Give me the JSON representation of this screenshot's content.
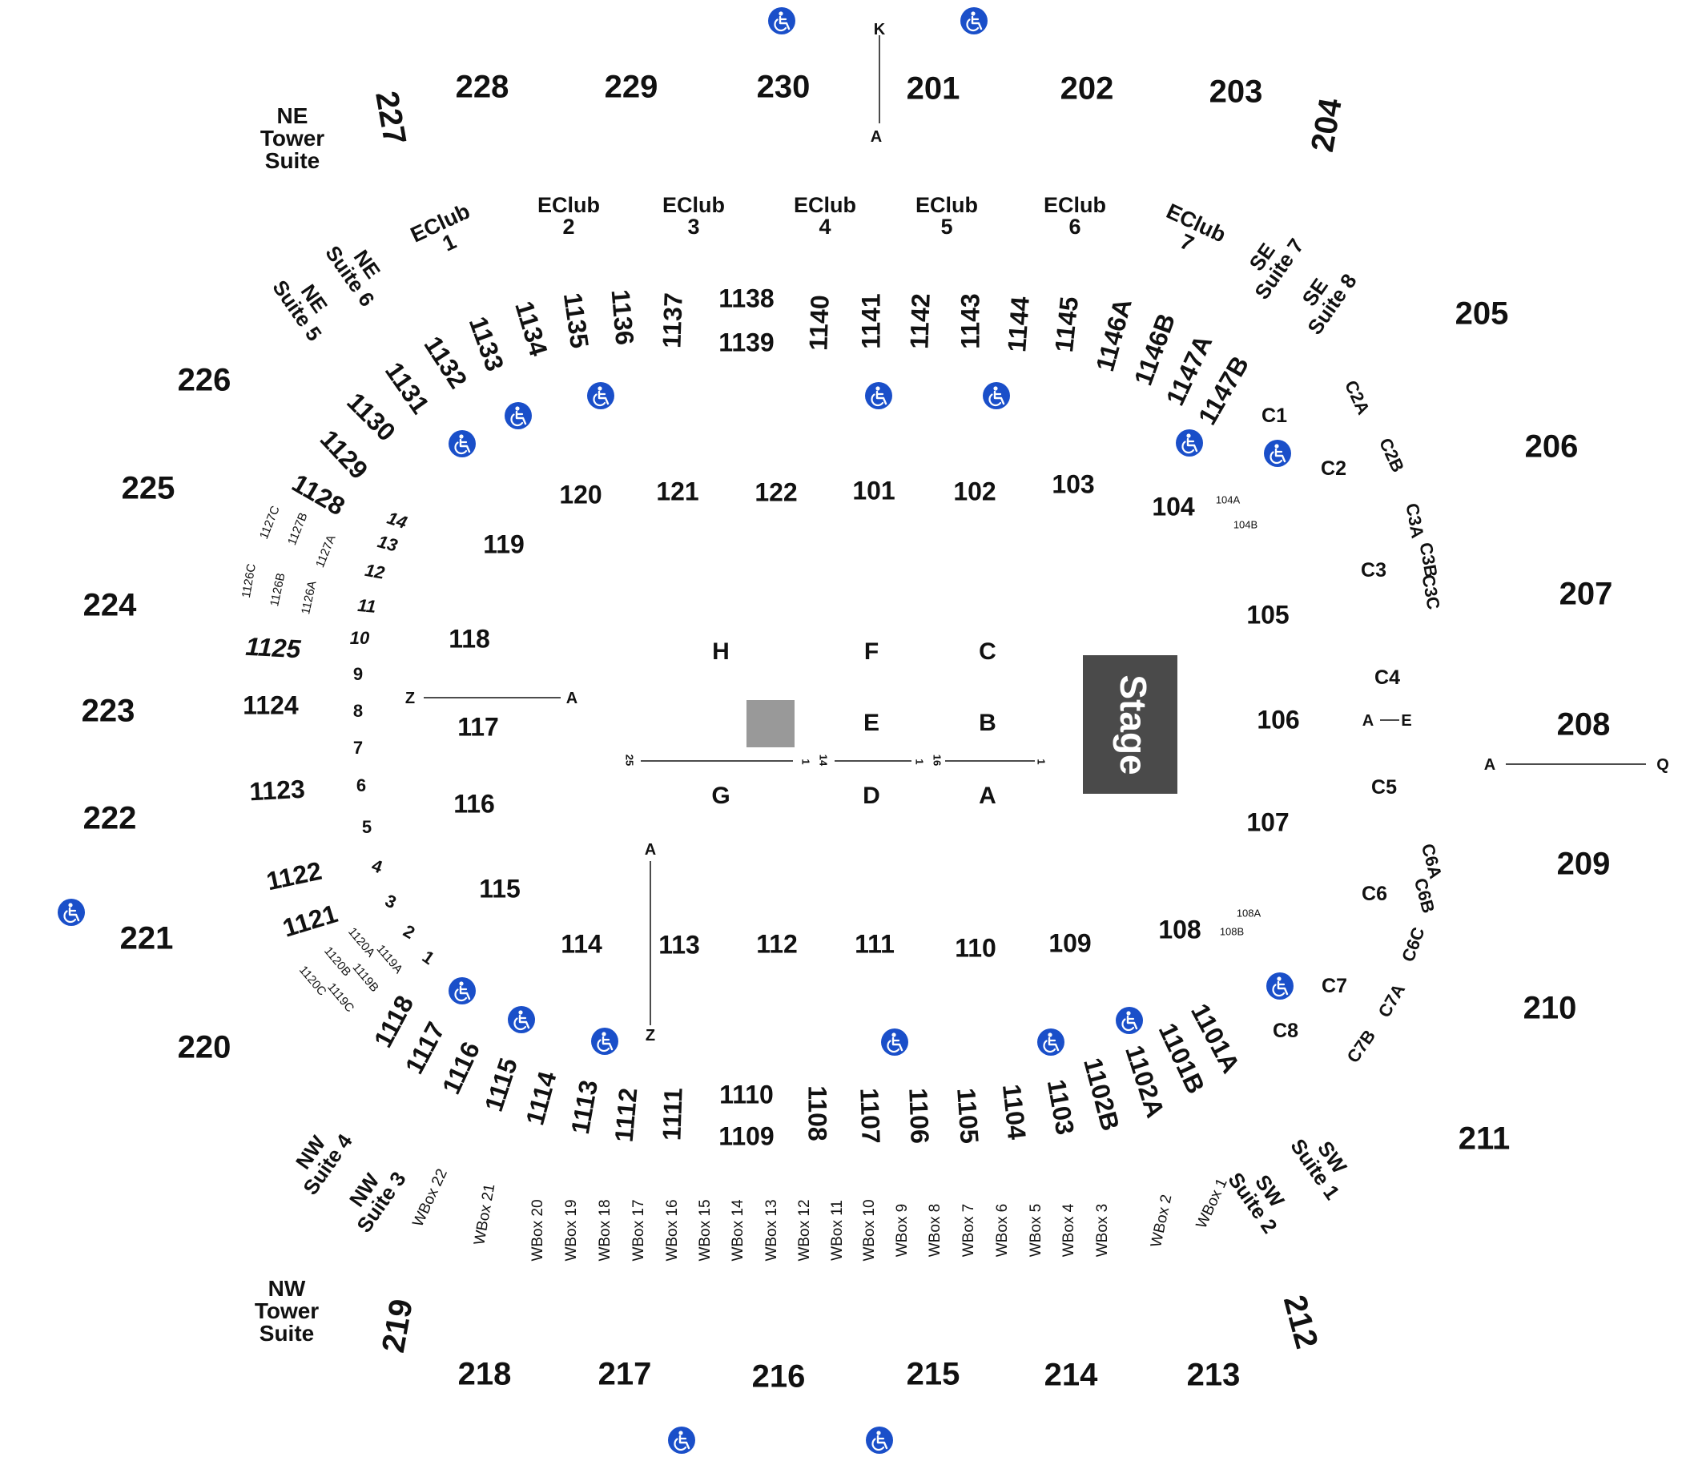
{
  "map": {
    "stage_label": "Stage",
    "stage_color": "#4a4a4a",
    "block_color": "#999999",
    "accessible_color": "#1a4fc9",
    "accessible_icon": "wheelchair-icon",
    "upper_sections": [
      "201",
      "202",
      "203",
      "204",
      "205",
      "206",
      "207",
      "208",
      "209",
      "210",
      "211",
      "212",
      "213",
      "214",
      "215",
      "216",
      "217",
      "218",
      "219",
      "220",
      "221",
      "222",
      "223",
      "224",
      "225",
      "226",
      "227",
      "228",
      "229",
      "230"
    ],
    "tower_suites": [
      "NE\nTower\nSuite",
      "NW\nTower\nSuite"
    ],
    "eclub": [
      "EClub\n1",
      "EClub\n2",
      "EClub\n3",
      "EClub\n4",
      "EClub\n5",
      "EClub\n6",
      "EClub\n7"
    ],
    "suites": [
      "NE\nSuite 5",
      "NE\nSuite 6",
      "SE\nSuite 7",
      "SE\nSuite 8",
      "NW\nSuite 4",
      "NW\nSuite 3",
      "SW\nSuite 1",
      "SW\nSuite 2"
    ],
    "loge_top": [
      "1128",
      "1129",
      "1130",
      "1131",
      "1132",
      "1133",
      "1134",
      "1135",
      "1136",
      "1137",
      "1138",
      "1139",
      "1140",
      "1141",
      "1142",
      "1143",
      "1144",
      "1145",
      "1146A",
      "1146B",
      "1147A",
      "1147B"
    ],
    "loge_small": [
      "1127C",
      "1127B",
      "1127A",
      "1126C",
      "1126B",
      "1126A",
      "1120A",
      "1119A",
      "1120B",
      "1119B",
      "1120C",
      "1119C"
    ],
    "loge_left": [
      "1125",
      "1124",
      "1123",
      "1122",
      "1121"
    ],
    "loge_bottom": [
      "1118",
      "1117",
      "1116",
      "1115",
      "1114",
      "1113",
      "1112",
      "1111",
      "1110",
      "1109",
      "1108",
      "1107",
      "1106",
      "1105",
      "1104",
      "1103",
      "1102B",
      "1102A",
      "1101B",
      "1101A"
    ],
    "wbox": [
      "WBox 22",
      "WBox 21",
      "WBox 20",
      "WBox 19",
      "WBox 18",
      "WBox 17",
      "WBox 16",
      "WBox 15",
      "WBox 14",
      "WBox 13",
      "WBox 12",
      "WBox 11",
      "WBox 10",
      "WBox 9",
      "WBox 8",
      "WBox 7",
      "WBox 6",
      "WBox 5",
      "WBox 4",
      "WBox 3",
      "WBox 2",
      "WBox 1"
    ],
    "lower_sections": [
      "101",
      "102",
      "103",
      "104",
      "105",
      "106",
      "107",
      "108",
      "109",
      "110",
      "111",
      "112",
      "113",
      "114",
      "115",
      "116",
      "117",
      "118",
      "119",
      "120",
      "121",
      "122"
    ],
    "small_sections": [
      "104A",
      "104B",
      "108A",
      "108B"
    ],
    "c_sections": [
      "C1",
      "C2",
      "C2A",
      "C2B",
      "C3",
      "C3A",
      "C3B",
      "C3C",
      "C4",
      "C5",
      "C6",
      "C6A",
      "C6B",
      "C6C",
      "C7",
      "C7A",
      "C7B",
      "C8"
    ],
    "side_rows": [
      "14",
      "13",
      "12",
      "11",
      "10",
      "9",
      "8",
      "7",
      "6",
      "5",
      "4",
      "3",
      "2",
      "1"
    ],
    "floor_sections": [
      "H",
      "F",
      "C",
      "E",
      "B",
      "G",
      "D",
      "A"
    ],
    "row_markers": [
      "K",
      "A",
      "Z",
      "A",
      "A",
      "Z",
      "A",
      "E",
      "A",
      "Q",
      "25",
      "1",
      "14",
      "1",
      "16",
      "1"
    ]
  }
}
